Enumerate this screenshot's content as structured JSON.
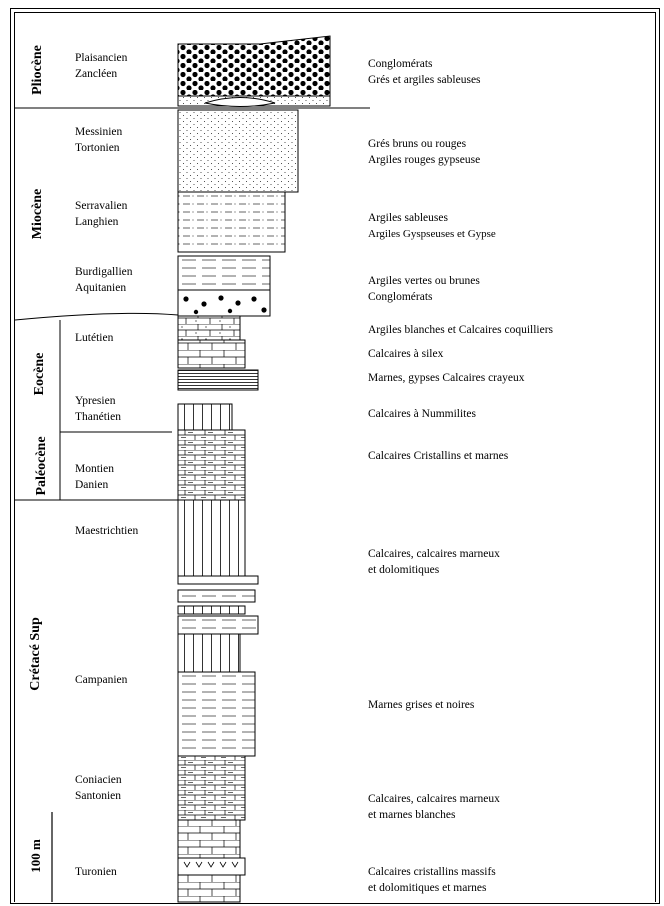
{
  "periods": [
    {
      "label": "Pliocène"
    },
    {
      "label": "Miocène"
    },
    {
      "label": "Eocène"
    },
    {
      "label": "Paléocène"
    },
    {
      "label": "Crétacé Sup"
    }
  ],
  "stages": [
    {
      "line1": "Plaisancien",
      "line2": "Zancléen"
    },
    {
      "line1": "Messinien",
      "line2": "Tortonien"
    },
    {
      "line1": "Serravalien",
      "line2": "Langhien"
    },
    {
      "line1": "Burdigallien",
      "line2": "Aquitanien"
    },
    {
      "line1": "Lutétien",
      "line2": ""
    },
    {
      "line1": "Ypresien",
      "line2": "Thanétien"
    },
    {
      "line1": "Montien",
      "line2": "Danien"
    },
    {
      "line1": "Maestrichtien",
      "line2": ""
    },
    {
      "line1": "Campanien",
      "line2": ""
    },
    {
      "line1": "Coniacien",
      "line2": "Santonien"
    },
    {
      "line1": "Turonien",
      "line2": ""
    }
  ],
  "descriptions": [
    {
      "line1": "Conglomérats",
      "line2": "Grés  et argiles sableuses"
    },
    {
      "line1": "Grés bruns ou rouges",
      "line2": "Argiles rouges gypseuse"
    },
    {
      "line1": "Argiles sableuses",
      "line2": "Argiles Gyspseuses et Gypse"
    },
    {
      "line1": "Argiles vertes ou brunes",
      "line2": "Conglomérats"
    },
    {
      "line1": "Argiles blanches  et Calcaires coquilliers",
      "line2": ""
    },
    {
      "line1": "Calcaires à silex",
      "line2": ""
    },
    {
      "line1": "Marnes, gypses Calcaires crayeux",
      "line2": ""
    },
    {
      "line1": "Calcaires à Nummilites",
      "line2": ""
    },
    {
      "line1": "Calcaires Cristallins et marnes",
      "line2": ""
    },
    {
      "line1": "Calcaires, calcaires marneux",
      "line2": "et dolomitiques"
    },
    {
      "line1": "Marnes grises et noires",
      "line2": ""
    },
    {
      "line1": "Calcaires, calcaires marneux",
      "line2": "et marnes blanches"
    },
    {
      "line1": "Calcaires cristallins massifs",
      "line2": " et dolomitiques et marnes"
    }
  ],
  "scale": {
    "label": "100 m"
  }
}
